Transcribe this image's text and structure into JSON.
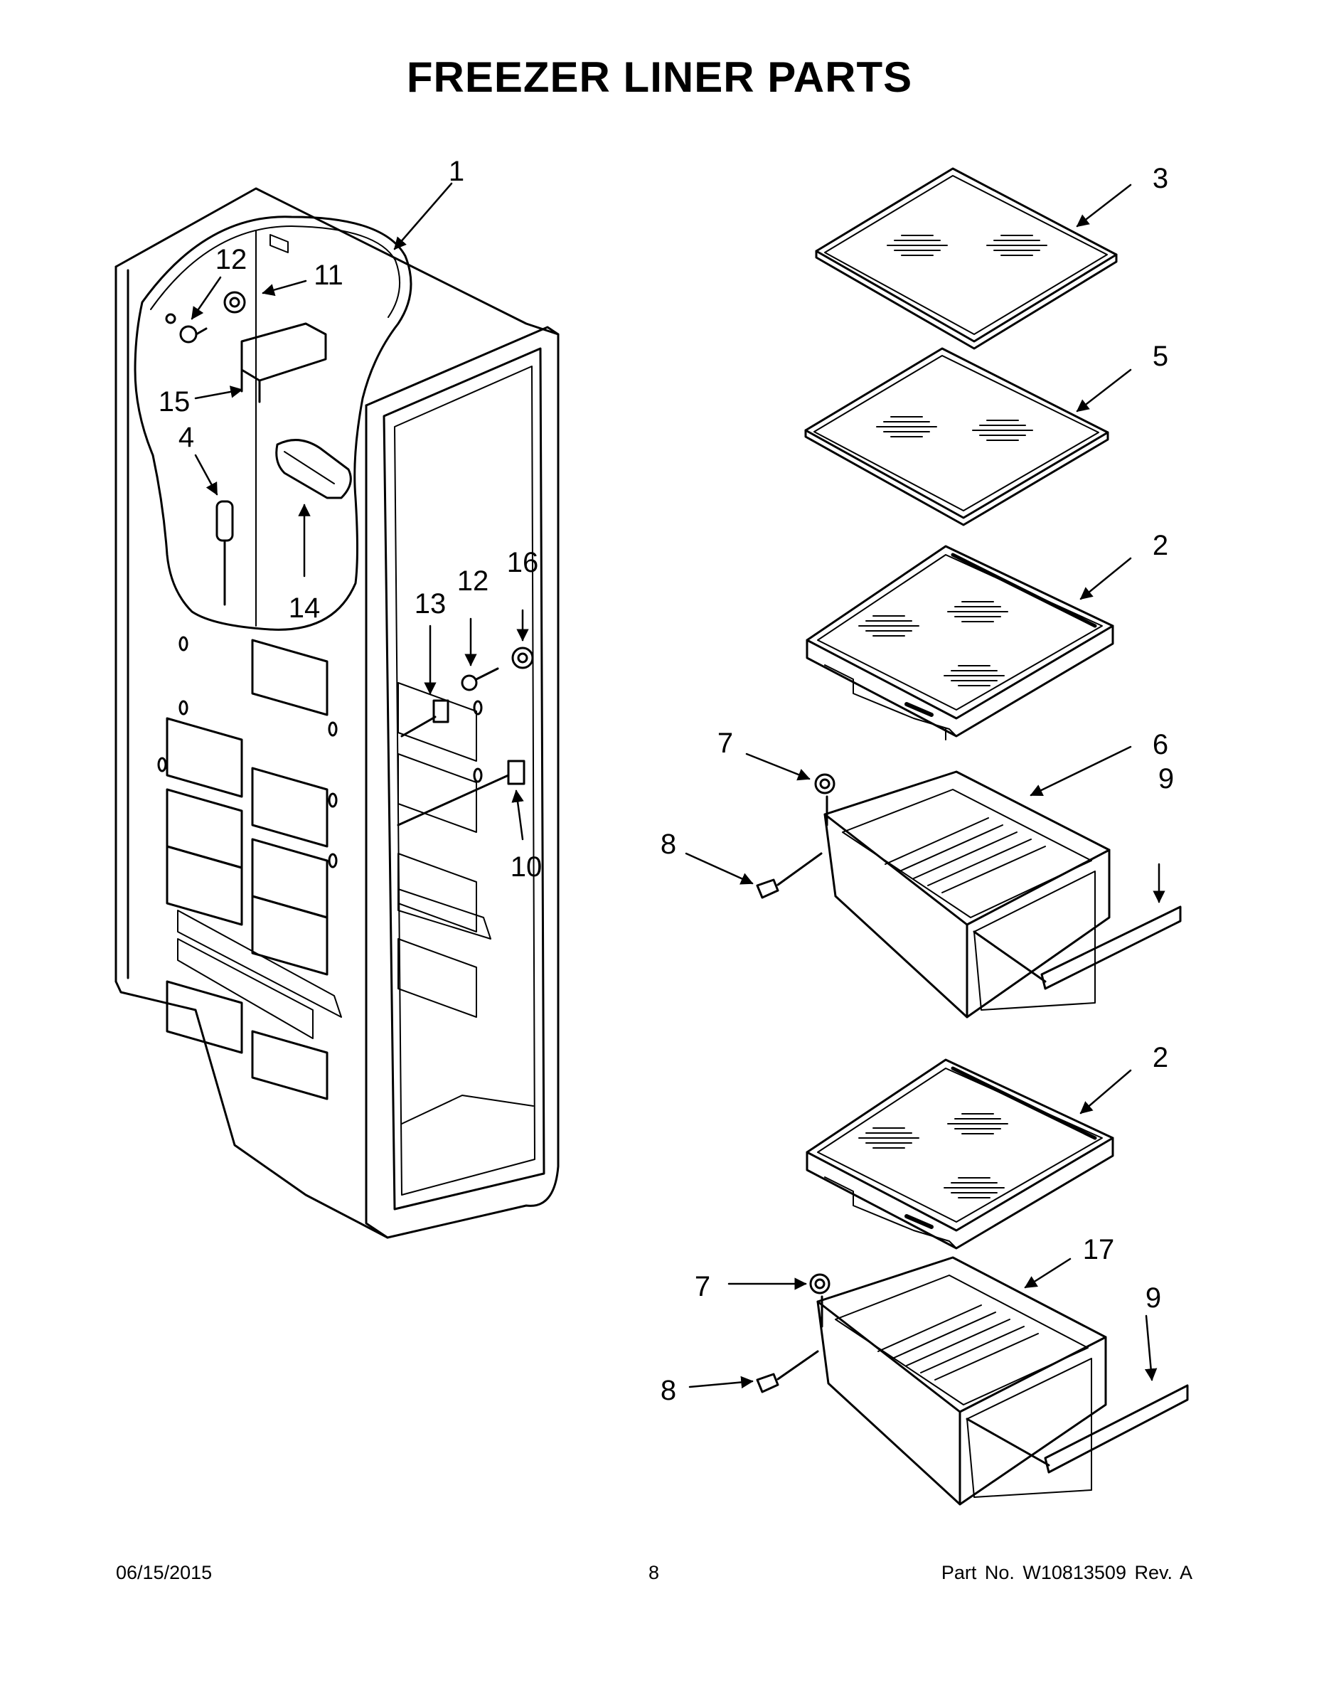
{
  "page": {
    "title": "FREEZER LINER PARTS"
  },
  "callouts": [
    {
      "id": "liner",
      "label": "1"
    },
    {
      "id": "top-glass-shelf",
      "label": "3"
    },
    {
      "id": "second-glass-shelf",
      "label": "5"
    },
    {
      "id": "slide-shelf-upper",
      "label": "2"
    },
    {
      "id": "slide-shelf-lower",
      "label": "2"
    },
    {
      "id": "pan-upper",
      "label": "6"
    },
    {
      "id": "pan-lower",
      "label": "17"
    },
    {
      "id": "roller-upper",
      "label": "7"
    },
    {
      "id": "roller-lower",
      "label": "7"
    },
    {
      "id": "screw-upper",
      "label": "8"
    },
    {
      "id": "screw-lower",
      "label": "8"
    },
    {
      "id": "pan-trim-upper",
      "label": "9"
    },
    {
      "id": "pan-trim-lower",
      "label": "9"
    },
    {
      "id": "roller-liner",
      "label": "16"
    },
    {
      "id": "shoulder-screw-liner",
      "label": "12"
    },
    {
      "id": "shoulder-screw-top",
      "label": "12"
    },
    {
      "id": "bracket-13",
      "label": "13"
    },
    {
      "id": "bracket-10",
      "label": "10"
    },
    {
      "id": "light-cover",
      "label": "11"
    },
    {
      "id": "light-housing",
      "label": "15"
    },
    {
      "id": "thermistor",
      "label": "4"
    },
    {
      "id": "light-socket",
      "label": "14"
    }
  ],
  "footer": {
    "date": "06/15/2015",
    "page_number": "8",
    "part_info": "Part No. W10813509 Rev. A"
  },
  "colors": {
    "line": "#000000",
    "background": "#ffffff"
  }
}
